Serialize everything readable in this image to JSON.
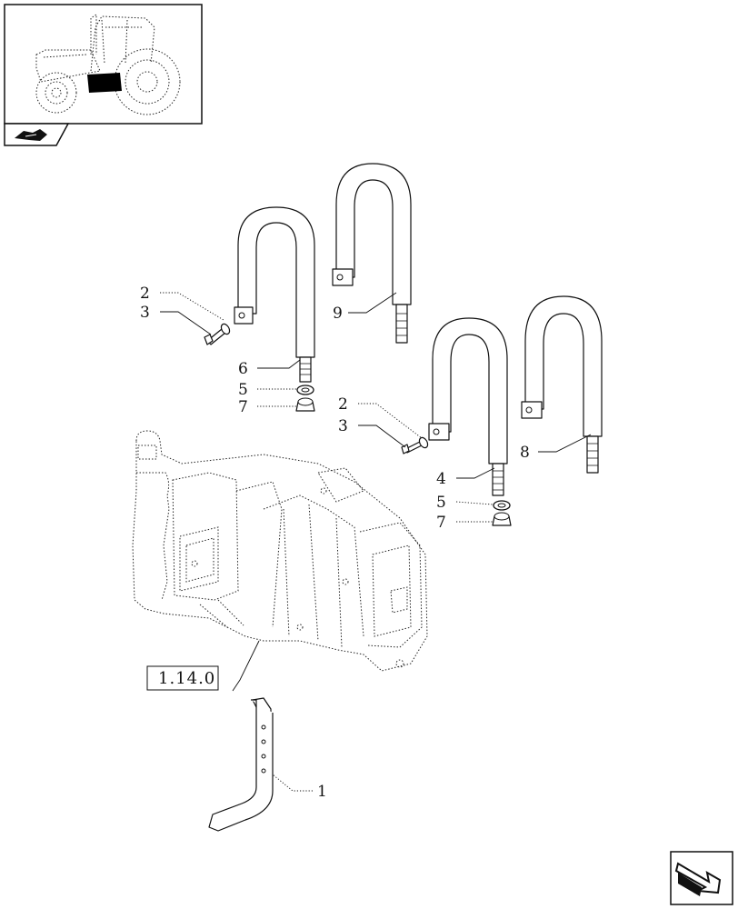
{
  "diagram": {
    "callouts": {
      "c1": "1",
      "c2a": "2",
      "c3a": "3",
      "c2b": "2",
      "c3b": "3",
      "c4": "4",
      "c5a": "5",
      "c5b": "5",
      "c6": "6",
      "c7a": "7",
      "c7b": "7",
      "c8": "8",
      "c9": "9"
    },
    "reference": {
      "label": "1.14.0"
    }
  },
  "icons": {
    "thumbnail": "tractor-thumbnail-icon",
    "section": "section-book-icon",
    "next": "next-page-arrow-icon"
  }
}
